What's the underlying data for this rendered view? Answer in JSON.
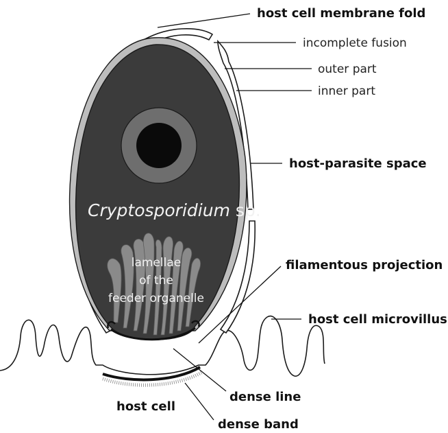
{
  "labels": {
    "host_cell_membrane_fold": "host cell membrane fold",
    "incomplete_fusion": "incomplete fusion",
    "outer_part": "outer part",
    "inner_part": "inner part",
    "host_parasite_space": "host-parasite space",
    "filamentous_projection": "filamentous projection",
    "host_cell_microvillus": "host cell microvillus",
    "dense_line": "dense line",
    "dense_band": "dense band",
    "host_cell": "host cell"
  },
  "parasite": {
    "name_italic": "Cryptosporidium",
    "name_suffix": " sp.",
    "lamellae_line1": "lamellae",
    "lamellae_line2": "of the",
    "lamellae_line3": "feeder organelle"
  },
  "colors": {
    "parasite_body": "#3b3b3b",
    "host_parasite_space": "#bdbdbd",
    "nucleus_ring": "#6e6e6e",
    "nucleus_core": "#0a0a0a",
    "lamellae": "#8a8a8a",
    "outline": "#1a1a1a"
  }
}
